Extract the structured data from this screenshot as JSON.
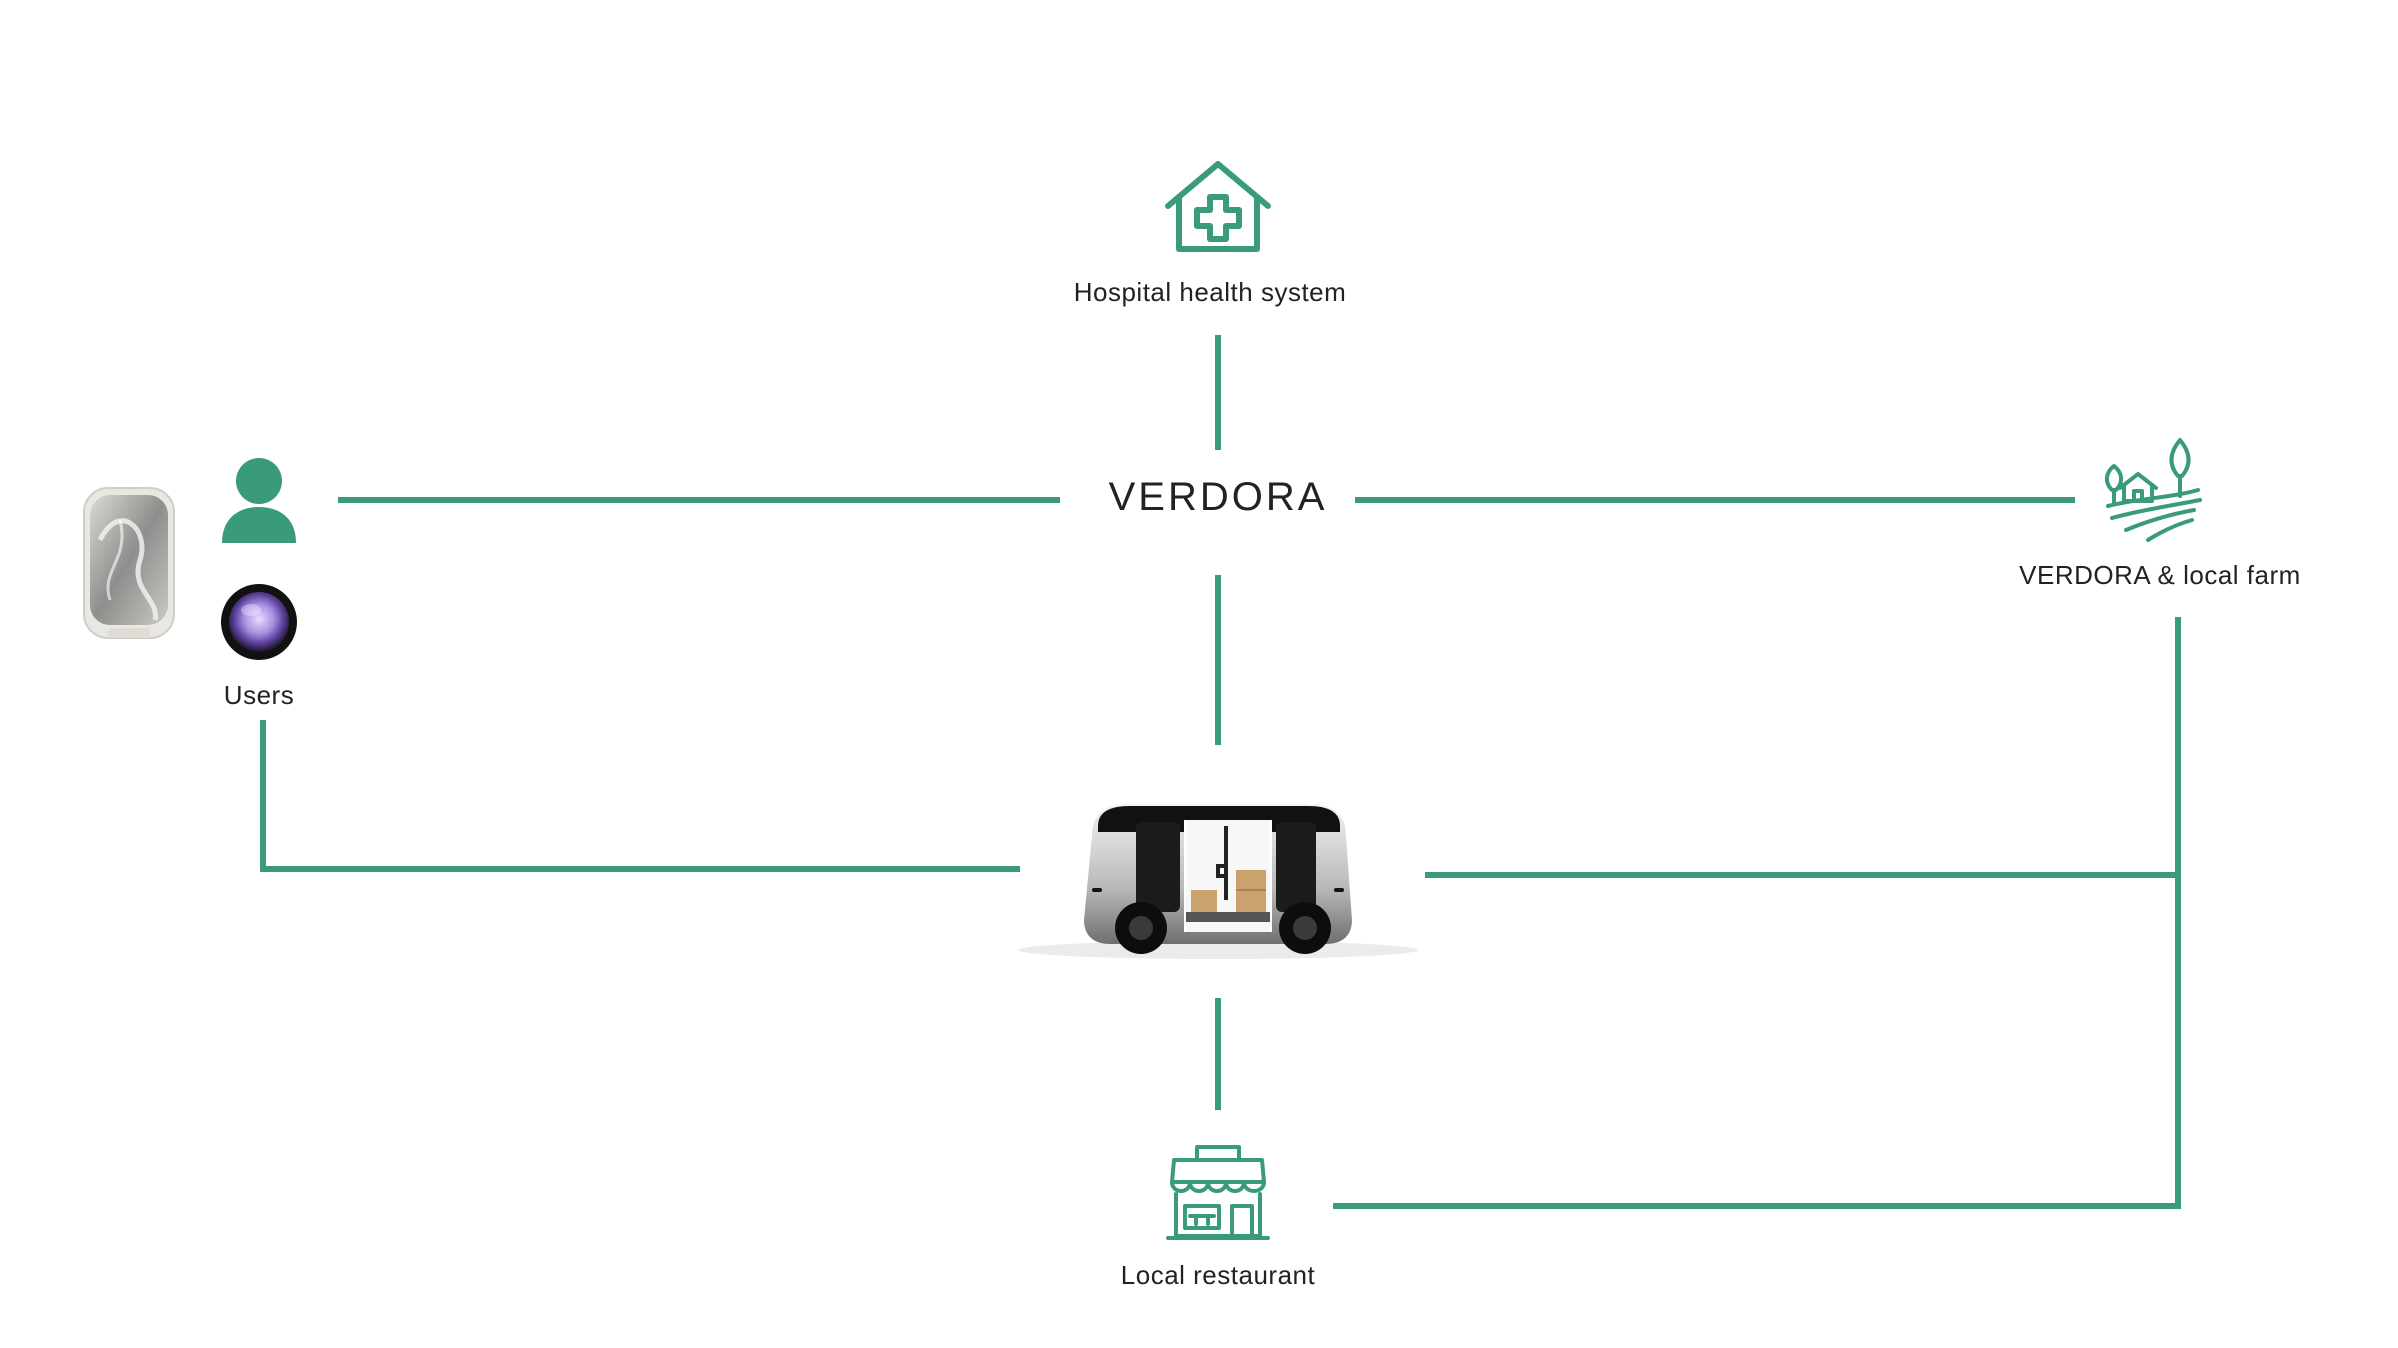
{
  "colors": {
    "line": "#3a9b7a",
    "text": "#222222",
    "background": "#ffffff"
  },
  "center": {
    "label": "VERDORA"
  },
  "nodes": {
    "hospital": {
      "label": "Hospital health system",
      "icon": "hospital-house-cross-icon"
    },
    "users": {
      "label": "Users",
      "icons": [
        "smart-device-icon",
        "user-person-icon",
        "camera-lens-icon"
      ]
    },
    "farm": {
      "label": "VERDORA & local farm",
      "icon": "farm-field-icon"
    },
    "vehicle": {
      "icon": "autonomous-delivery-shuttle-icon"
    },
    "restaurant": {
      "label": "Local restaurant",
      "icon": "storefront-icon"
    }
  }
}
